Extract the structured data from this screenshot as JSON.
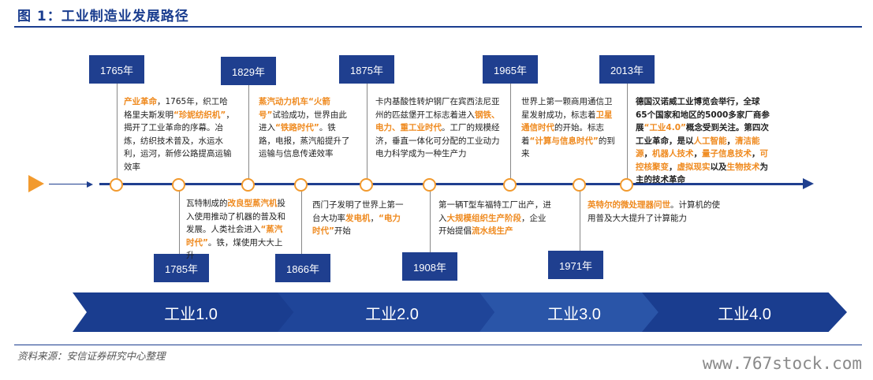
{
  "title": "图 1：工业制造业发展路径",
  "source": "资料来源：安信证券研究中心整理",
  "watermark": "www.767stock.com",
  "colors": {
    "primary": "#1f3f8f",
    "accent": "#ef8a1f",
    "node": "#f29a2e"
  },
  "top_events": [
    {
      "year": "1765年",
      "segments": [
        {
          "t": "产业革命",
          "s": "o"
        },
        {
          "t": "，1765年，织工哈格里夫斯发明",
          "s": ""
        },
        {
          "t": "“珍妮纺织机”",
          "s": "o"
        },
        {
          "t": "，揭开了工业革命的序幕。冶炼，纺织技术普及，水运水利，运河，新修公路提高运输效率",
          "s": ""
        }
      ]
    },
    {
      "year": "1829年",
      "segments": [
        {
          "t": "蒸汽动力机车“火箭号”",
          "s": "o"
        },
        {
          "t": "试验成功，世界由此进入",
          "s": ""
        },
        {
          "t": "“铁路时代”",
          "s": "o"
        },
        {
          "t": "。铁路，电报，蒸汽船提升了运输与信息传递效率",
          "s": ""
        }
      ]
    },
    {
      "year": "1875年",
      "segments": [
        {
          "t": "卡内基酸性转炉钢厂在宾西法尼亚州的匹兹堡开工标志着进入",
          "s": ""
        },
        {
          "t": "钢铁、电力、重工业时代",
          "s": "o"
        },
        {
          "t": "。工厂的规模经济，垂直一体化可分配的工业动力电力科学成为一种生产力",
          "s": ""
        }
      ]
    },
    {
      "year": "1965年",
      "segments": [
        {
          "t": "世界上第一颗商用通信卫星发射成功，标志着",
          "s": ""
        },
        {
          "t": "卫星通信时代",
          "s": "o"
        },
        {
          "t": "的开始。标志着",
          "s": ""
        },
        {
          "t": "“计算与信息时代”",
          "s": "o"
        },
        {
          "t": "的到来",
          "s": ""
        }
      ]
    },
    {
      "year": "2013年",
      "segments": [
        {
          "t": "德国汉诺威工业博览会举行，全球65个国家和地区的5000多家厂商参展",
          "s": "b"
        },
        {
          "t": "“工业4.0”",
          "s": "o"
        },
        {
          "t": "概念受到关注。第四次工业革命，是以",
          "s": "b"
        },
        {
          "t": "人工智能",
          "s": "o"
        },
        {
          "t": "，",
          "s": "b"
        },
        {
          "t": "清洁能源",
          "s": "o"
        },
        {
          "t": "，",
          "s": "b"
        },
        {
          "t": "机器人技术",
          "s": "o"
        },
        {
          "t": "，",
          "s": "b"
        },
        {
          "t": "量子信息技术",
          "s": "o"
        },
        {
          "t": "，",
          "s": "b"
        },
        {
          "t": "可控核聚变",
          "s": "o"
        },
        {
          "t": "，",
          "s": "b"
        },
        {
          "t": "虚拟现实",
          "s": "o"
        },
        {
          "t": "以及",
          "s": "b"
        },
        {
          "t": "生物技术",
          "s": "o"
        },
        {
          "t": "为主的技术革命",
          "s": "b"
        }
      ]
    }
  ],
  "bottom_events": [
    {
      "year": "1785年",
      "segments": [
        {
          "t": "瓦特制成的",
          "s": ""
        },
        {
          "t": "改良型蒸汽机",
          "s": "o"
        },
        {
          "t": "投入使用推动了机器的普及和发展。人类社会进入",
          "s": ""
        },
        {
          "t": "“蒸汽时代”",
          "s": "o"
        },
        {
          "t": "。铁，煤使用大大上升",
          "s": ""
        }
      ]
    },
    {
      "year": "1866年",
      "segments": [
        {
          "t": "西门子发明了世界上第一台大功率",
          "s": ""
        },
        {
          "t": "发电机",
          "s": "o"
        },
        {
          "t": "，",
          "s": ""
        },
        {
          "t": "“电力时代”",
          "s": "o"
        },
        {
          "t": "开始",
          "s": ""
        }
      ]
    },
    {
      "year": "1908年",
      "segments": [
        {
          "t": "第一辆T型车福特工厂出产，进入",
          "s": ""
        },
        {
          "t": "大规模组织生产阶段",
          "s": "o"
        },
        {
          "t": "，企业开始提倡",
          "s": ""
        },
        {
          "t": "流水线生产",
          "s": "o"
        }
      ]
    },
    {
      "year": "1971年",
      "segments": [
        {
          "t": "英特尔的微处理器问世",
          "s": "o"
        },
        {
          "t": "。计算机的使用普及大大提升了计算能力",
          "s": ""
        }
      ]
    }
  ],
  "eras": [
    "工业1.0",
    "工业2.0",
    "工业3.0",
    "工业4.0"
  ]
}
